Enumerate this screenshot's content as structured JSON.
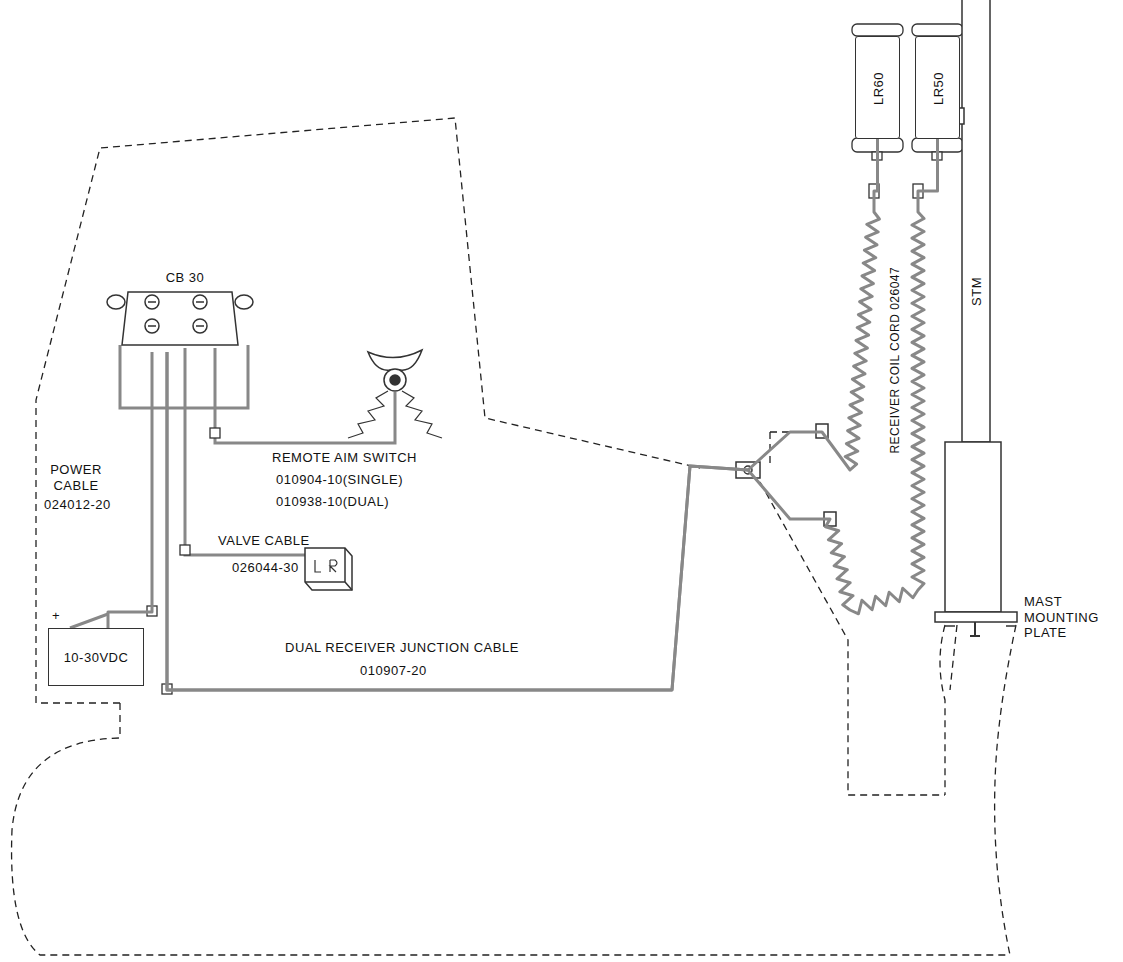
{
  "diagram": {
    "nodes": [
      {
        "text": [
          "CB 30"
        ]
      },
      {
        "text": [
          "10-30VDC"
        ]
      },
      {
        "text": [
          "LR60"
        ]
      },
      {
        "text": [
          "LR50"
        ]
      },
      {
        "text": [
          "STM"
        ]
      }
    ],
    "edges": [
      {
        "from": 1,
        "to": 0,
        "arrow": "none"
      },
      {
        "from": 0,
        "to": 2,
        "arrow": "none"
      },
      {
        "from": 0,
        "to": 3,
        "arrow": "none"
      }
    ],
    "labels": [
      "REMOTE AIM SWITCH",
      "010904-10(SINGLE)",
      "010938-10(DUAL)",
      "POWER CABLE",
      "024012-20",
      "VALVE CABLE",
      "026044-30",
      "DUAL RECEIVER JUNCTION CABLE",
      "010907-20",
      "RECEIVER COIL CORD 026047",
      "MAST MOUNTING PLATE",
      "+"
    ]
  }
}
